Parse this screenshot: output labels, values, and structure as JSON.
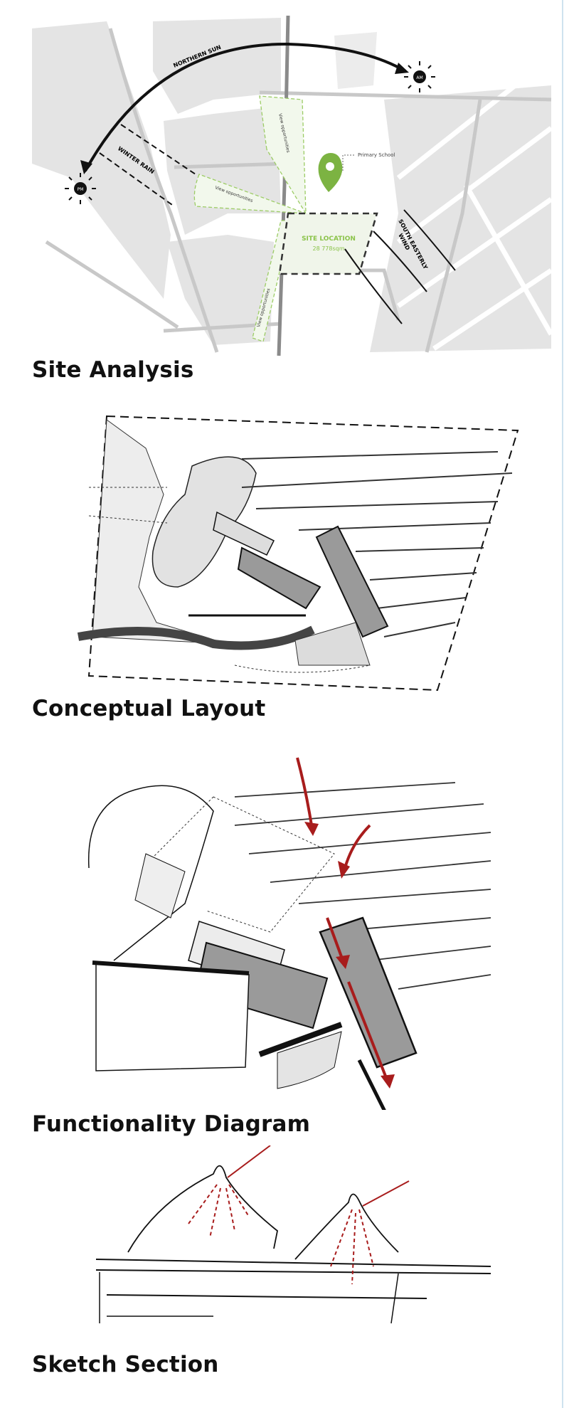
{
  "sections": [
    {
      "heading": "Site Analysis"
    },
    {
      "heading": "Conceptual Layout"
    },
    {
      "heading": "Functionality Diagram"
    },
    {
      "heading": "Sketch Section"
    }
  ],
  "site_map": {
    "labels": {
      "northern_sun": "NORTHERN SUN",
      "winter_rain": "WINTER RAIN",
      "view_1": "View opportunities",
      "view_2": "View opportunities",
      "view_3": "View opportunities",
      "primary_school": "Primary School",
      "site_location": "SITE LOCATION",
      "site_area": "28 778sqm",
      "wind_1": "SOUTH EASTERLY",
      "wind_2": "WIND",
      "sun_am": "AM",
      "sun_pm": "PM"
    },
    "colors": {
      "site": "#7cb342",
      "map": "#e4e4e4",
      "road": "#c8c8c8",
      "arrows": "#111111"
    }
  },
  "diagram_colors": {
    "red_arrows": "#a81c1c",
    "block_fill": "#9a9a9a",
    "light_fill": "#e6e6e6"
  }
}
